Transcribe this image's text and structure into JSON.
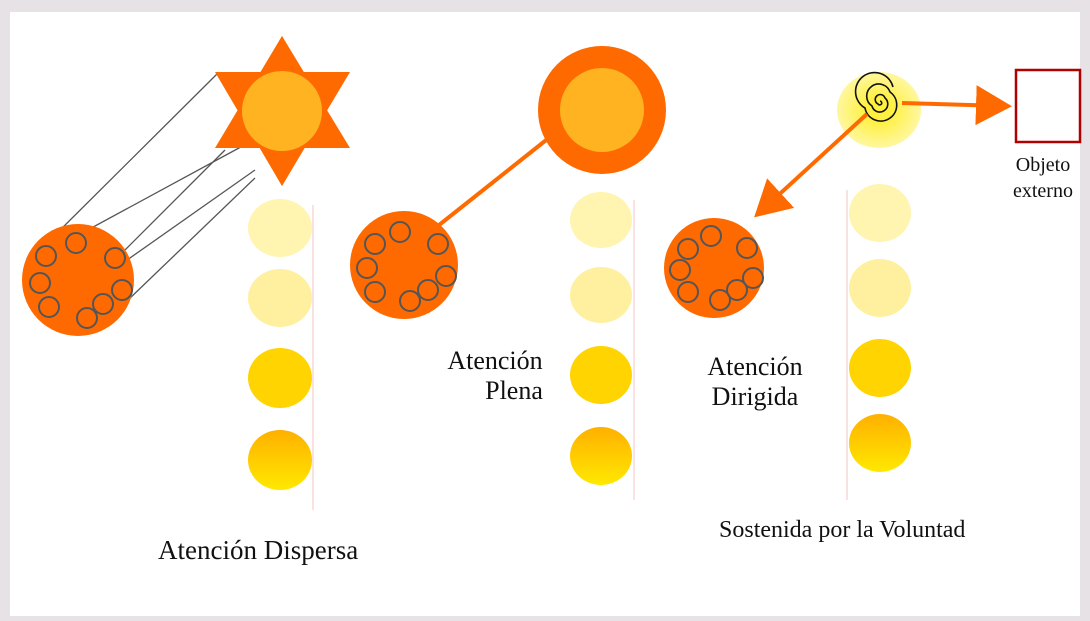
{
  "labels": {
    "dispersa": "Atención Dispersa",
    "plena_line1": "Atención",
    "plena_line2": "Plena",
    "dirigida_line1": "Atención",
    "dirigida_line2": "Dirigida",
    "voluntad": "Sostenida por la Voluntad",
    "objeto_line1": "Objeto",
    "objeto_line2": "externo"
  },
  "colors": {
    "orange": "#ff6a00",
    "sun_core": "#ffb321",
    "pale_yellow": "#fff0a0",
    "yellow": "#ffd400",
    "dark_yellow": "#ffc107",
    "glow_yellow": "#fff36b",
    "object_border": "#b00000",
    "ring_stroke": "#555555"
  },
  "icons": [
    "star-sun-icon",
    "ring-sun-icon",
    "spiral-icon",
    "mind-ball-icon",
    "chakra-dot-icon",
    "object-box-icon"
  ]
}
